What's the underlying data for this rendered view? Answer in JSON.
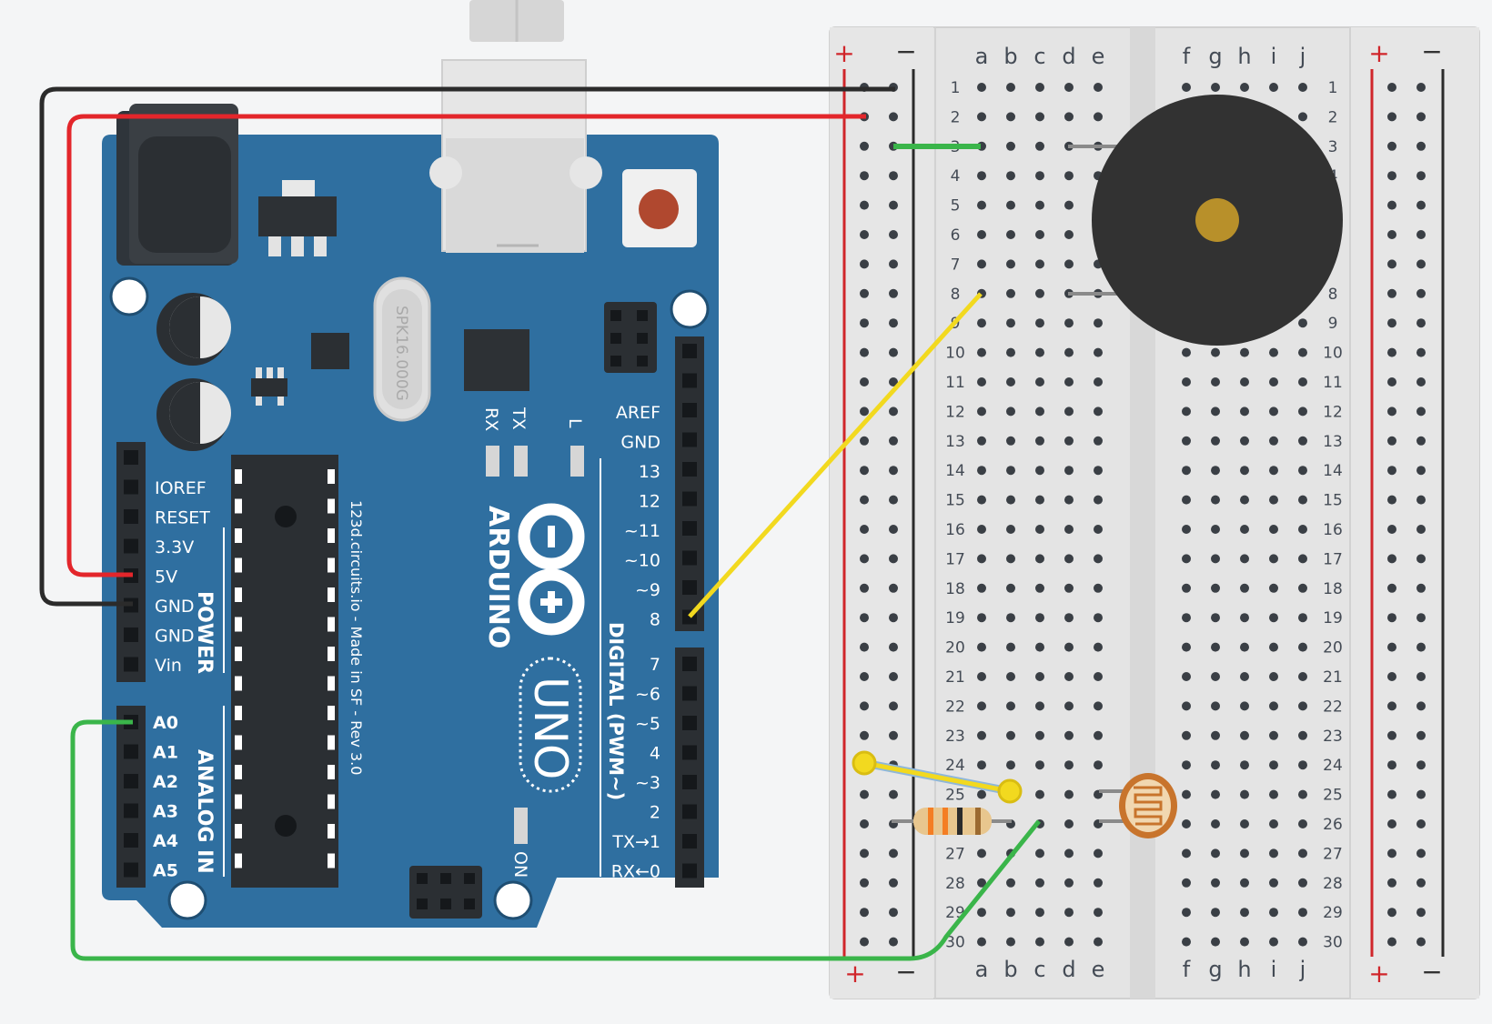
{
  "board": {
    "brand": "ARDUINO",
    "model": "UNO",
    "credit": "123d.circuits.io - Made in SF - Rev 3.0",
    "crystal": "SPK16.000G",
    "power_header": "POWER",
    "analog_header": "ANALOG IN",
    "digital_header": "DIGITAL (PWM~)",
    "rx_led": "RX",
    "tx_led": "TX",
    "l_led": "L",
    "on_led": "ON",
    "power_pins": [
      "IOREF",
      "RESET",
      "3.3V",
      "5V",
      "GND",
      "GND",
      "Vin"
    ],
    "analog_pins": [
      "A0",
      "A1",
      "A2",
      "A3",
      "A4",
      "A5"
    ],
    "digital_upper": [
      "AREF",
      "GND",
      "13",
      "12",
      "~11",
      "~10",
      "~9",
      "8"
    ],
    "digital_lower": [
      "7",
      "~6",
      "~5",
      "4",
      "~3",
      "2",
      "TX→1",
      "RX←0"
    ],
    "colors": {
      "pcb": "#2f6fa0",
      "header": "#2b2f33"
    }
  },
  "breadboard": {
    "columns_left": [
      "a",
      "b",
      "c",
      "d",
      "e"
    ],
    "columns_right": [
      "f",
      "g",
      "h",
      "i",
      "j"
    ],
    "rows": 30,
    "rail_plus": "+",
    "rail_minus": "−"
  },
  "components": {
    "buzzer": "piezo-buzzer",
    "resistor": "resistor",
    "photoresistor": "photoresistor"
  },
  "wires": {
    "gnd": "#2b2b2b",
    "power": "#e3262b",
    "analog": "#3ab54a",
    "digital": "#f2d91f",
    "jumper": "#8fb7d9"
  }
}
